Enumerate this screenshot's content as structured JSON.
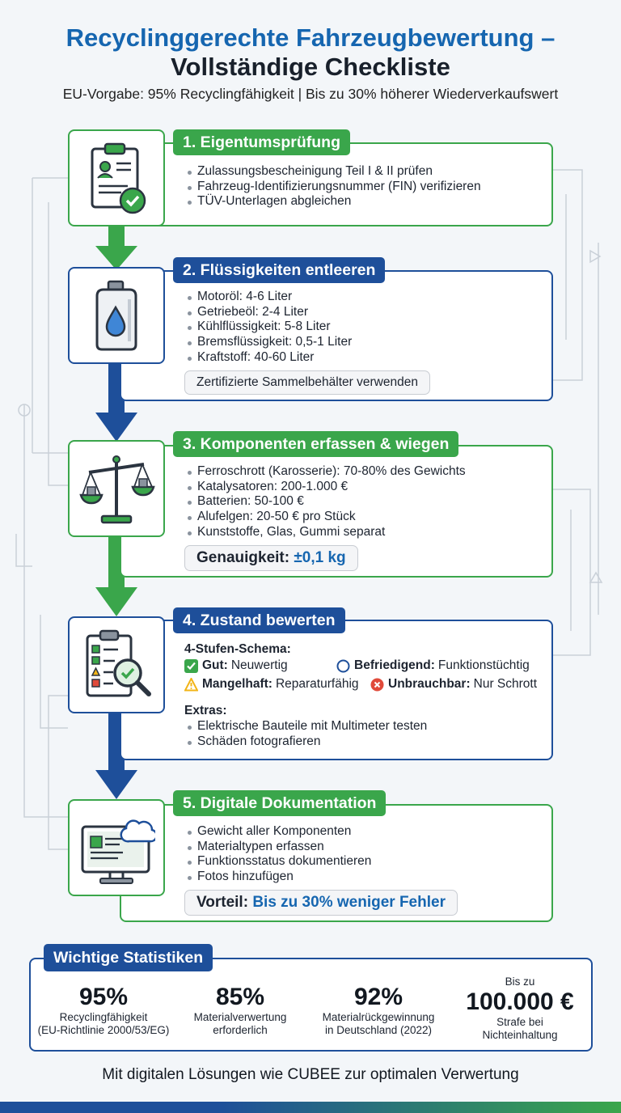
{
  "header": {
    "title_line1": "Recyclinggerechte Fahrzeugbewertung –",
    "title_line2": "Vollständige Checkliste",
    "subtitle": "EU-Vorgabe: 95% Recyclingfähigkeit | Bis zu 30% höherer Wiederverkaufswert"
  },
  "colors": {
    "green": "#3aa64b",
    "blue": "#1e4f9a",
    "title_blue": "#1666b0"
  },
  "steps": [
    {
      "title": "1. Eigentumsprüfung",
      "icon": "clipboard-check-icon",
      "items": [
        "Zulassungsbescheinigung Teil I & II prüfen",
        "Fahrzeug-Identifizierungsnummer (FIN) verifizieren",
        "TÜV-Unterlagen abgleichen"
      ]
    },
    {
      "title": "2. Flüssigkeiten entleeren",
      "icon": "fluid-canister-icon",
      "items": [
        "Motoröl: 4-6 Liter",
        "Getriebeöl: 2-4 Liter",
        "Kühlflüssigkeit: 5-8 Liter",
        "Bremsflüssigkeit: 0,5-1 Liter",
        "Kraftstoff: 40-60 Liter"
      ],
      "note": "Zertifizierte Sammelbehälter verwenden"
    },
    {
      "title": "3. Komponenten erfassen & wiegen",
      "icon": "balance-scale-icon",
      "items": [
        "Ferroschrott (Karosserie): 70-80% des Gewichts",
        "Katalysatoren: 200-1.000 €",
        "Batterien: 50-100 €",
        "Alufelgen: 20-50 € pro Stück",
        "Kunststoffe, Glas, Gummi separat"
      ],
      "note_label": "Genauigkeit:",
      "note_value": "±0,1 kg"
    },
    {
      "title": "4. Zustand bewerten",
      "icon": "checklist-magnifier-icon",
      "scheme_title": "4-Stufen-Schema:",
      "ratings": [
        {
          "label": "Gut:",
          "text": "Neuwertig"
        },
        {
          "label": "Befriedigend:",
          "text": "Funktionstüchtig"
        },
        {
          "label": "Mangelhaft:",
          "text": "Reparaturfähig"
        },
        {
          "label": "Unbrauchbar:",
          "text": "Nur Schrott"
        }
      ],
      "extras_title": "Extras:",
      "items": [
        "Elektrische Bauteile mit Multimeter testen",
        "Schäden fotografieren"
      ]
    },
    {
      "title": "5. Digitale Dokumentation",
      "icon": "cloud-monitor-icon",
      "items": [
        "Gewicht aller Komponenten",
        "Materialtypen erfassen",
        "Funktionsstatus dokumentieren",
        "Fotos hinzufügen"
      ],
      "note_label": "Vorteil:",
      "note_value": "Bis zu 30% weniger Fehler"
    }
  ],
  "stats": {
    "title": "Wichtige Statistiken",
    "items": [
      {
        "value": "95%",
        "label1": "Recyclingfähigkeit",
        "label2": "(EU-Richtlinie 2000/53/EG)"
      },
      {
        "value": "85%",
        "label1": "Materialverwertung",
        "label2": "erforderlich"
      },
      {
        "value": "92%",
        "label1": "Materialrückgewinnung",
        "label2": "in Deutschland (2022)"
      },
      {
        "prefix": "Bis zu",
        "value": "100.000 €",
        "label1": "Strafe bei",
        "label2": "Nichteinhaltung"
      }
    ]
  },
  "footer": "Mit digitalen Lösungen wie CUBEE zur optimalen Verwertung"
}
